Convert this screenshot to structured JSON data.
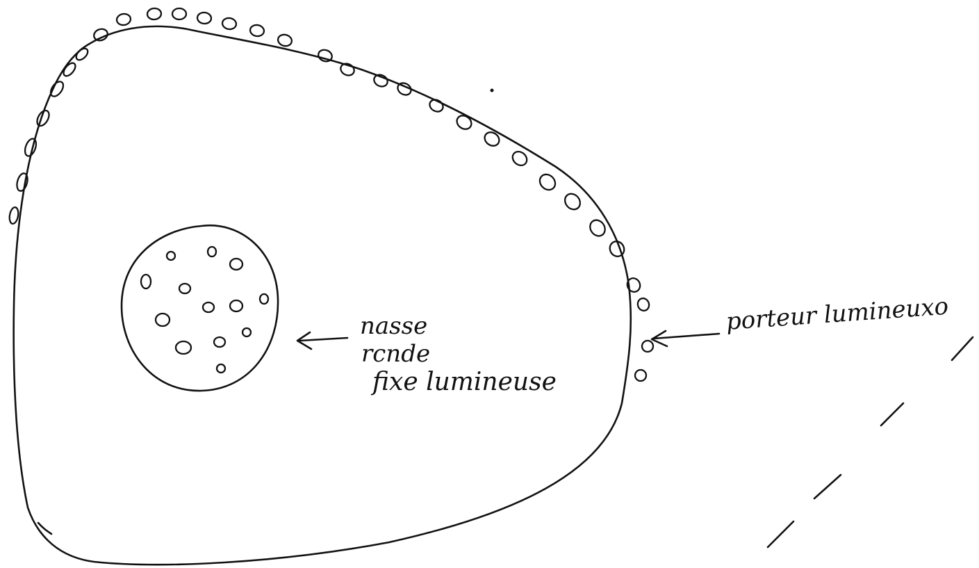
{
  "labels": {
    "nucleus": [
      "nasse",
      "rcnde",
      "fixe lumineuse"
    ],
    "membrane": "porteur lumineuxo"
  },
  "colors": {
    "ink": "#111111",
    "paper": "#ffffff"
  }
}
